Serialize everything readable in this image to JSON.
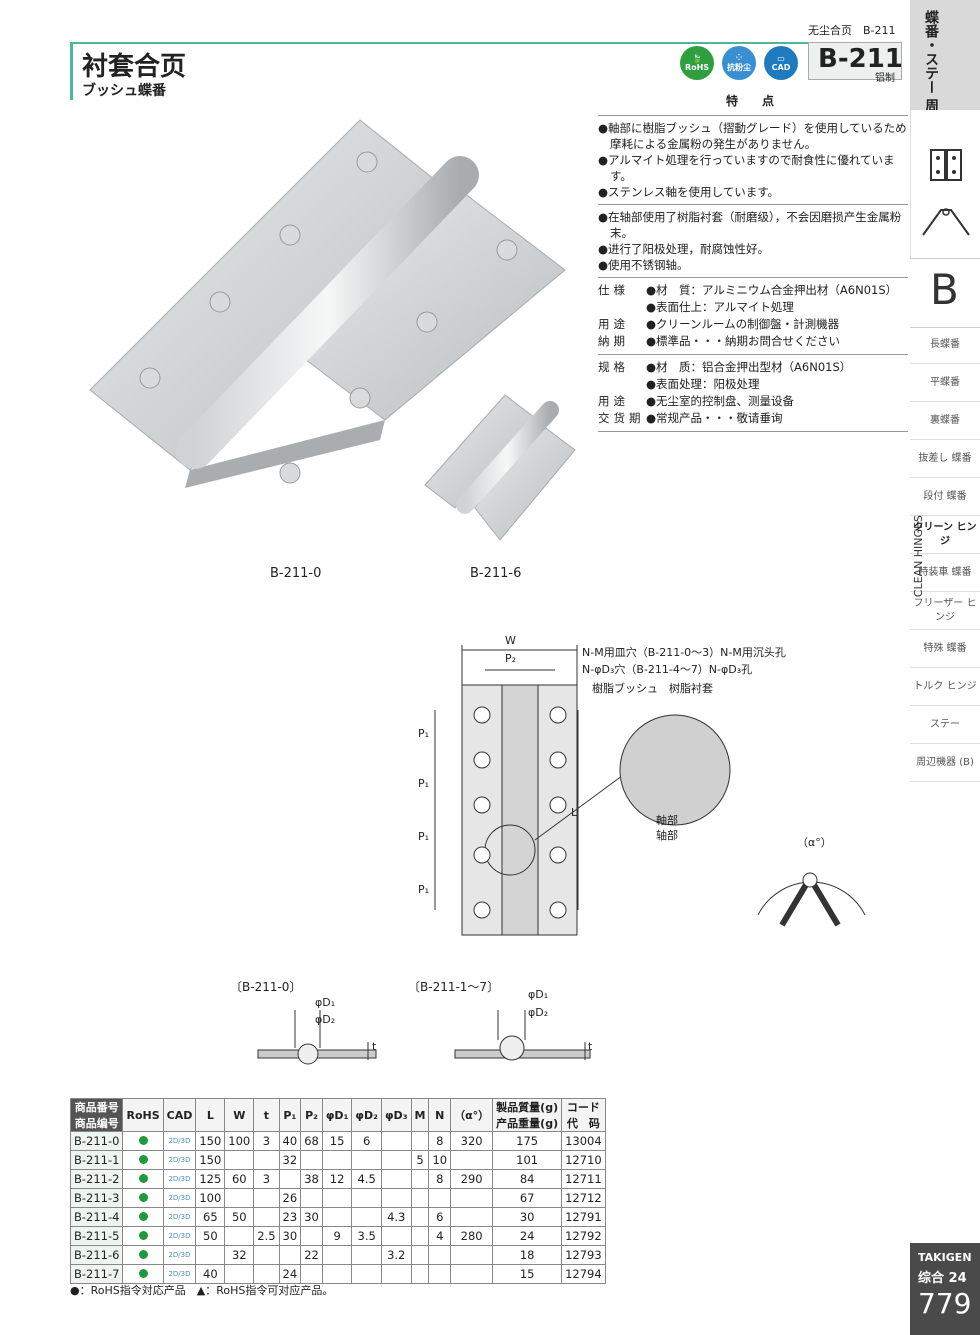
{
  "header": {
    "breadcrumb": "无尘合页　B-211",
    "title": "衬套合页",
    "subtitle": "ブッシュ蝶番",
    "model": "B-211",
    "material": "铝制",
    "icons": [
      {
        "name": "rohs-icon",
        "label": "RoHS"
      },
      {
        "name": "antidust-icon",
        "label": "抗粉尘"
      },
      {
        "name": "cad-icon",
        "label": "CAD"
      }
    ]
  },
  "sidebar": {
    "title": "蝶番・ステー 周辺機器",
    "section": "B",
    "vertical_label": "CLEAN HINGES",
    "items": [
      {
        "label": "長蝶番"
      },
      {
        "label": "平蝶番"
      },
      {
        "label": "裏蝶番"
      },
      {
        "label": "抜差し 蝶番"
      },
      {
        "label": "段付 蝶番"
      },
      {
        "label": "クリーン ヒンジ"
      },
      {
        "label": "特装車 蝶番"
      },
      {
        "label": "フリーザー ヒンジ"
      },
      {
        "label": "特殊 蝶番"
      },
      {
        "label": "トルク ヒンジ"
      },
      {
        "label": "ステー"
      },
      {
        "label": "周辺機器 (B)"
      }
    ],
    "footer": {
      "brand": "TAKIGEN",
      "volume": "综合 24",
      "page": "779"
    }
  },
  "features": {
    "heading": "特　点",
    "jp": [
      "●軸部に樹脂ブッシュ（摺動グレード）を使用しているため摩耗による金属粉の発生がありません。",
      "●アルマイト処理を行っていますので耐食性に優れています。",
      "●ステンレス軸を使用しています。"
    ],
    "cn": [
      "●在轴部使用了树脂衬套（耐磨级），不会因磨损产生金属粉末。",
      "●进行了阳极处理，耐腐蚀性好。",
      "●使用不锈钢轴。"
    ],
    "spec_jp": [
      {
        "label": "仕様",
        "value": "●材　質：アルミニウム合金押出材（A6N01S）"
      },
      {
        "label": "",
        "value": "●表面仕上：アルマイト処理"
      },
      {
        "label": "用途",
        "value": "●クリーンルームの制御盤・計測機器"
      },
      {
        "label": "納期",
        "value": "●標準品・・・納期お問合せください"
      }
    ],
    "spec_cn": [
      {
        "label": "规格",
        "value": "●材　质：铝合金押出型材（A6N01S）"
      },
      {
        "label": "",
        "value": "●表面处理：阳极处理"
      },
      {
        "label": "用途",
        "value": "●无尘室的控制盘、测量设备"
      },
      {
        "label": "交货期",
        "value": "●常规产品・・・敬请垂询"
      }
    ]
  },
  "images": {
    "large_caption": "B-211-0",
    "small_caption": "B-211-6"
  },
  "drawing": {
    "W": "W",
    "P2": "P₂",
    "P1": "P₁",
    "L": "L",
    "note1": "N-M用皿穴（B-211-0～3）N-M用沉头孔",
    "note2": "N-φD₃穴（B-211-4～7）N-φD₃孔",
    "note3": "樹脂ブッシュ　树脂衬套",
    "axis_jp": "軸部",
    "axis_cn": "轴部",
    "alpha": "（α°）",
    "sec0": "〔B-211-0〕",
    "sec1": "〔B-211-1～7〕",
    "d1": "φD₁",
    "d2": "φD₂",
    "t": "t"
  },
  "table": {
    "headers": [
      "商品番号\n商品编号",
      "RoHS",
      "CAD",
      "L",
      "W",
      "t",
      "P₁",
      "P₂",
      "φD₁",
      "φD₂",
      "φD₃",
      "M",
      "N",
      "（α°）",
      "製品質量(g)\n产品重量(g)",
      "コード\n代　码"
    ],
    "rows": [
      [
        "B-211-0",
        "●",
        "2D/3D",
        "150",
        "100",
        "3",
        "40",
        "68",
        "15",
        "6",
        "",
        "",
        "8",
        "320",
        "175",
        "13004"
      ],
      [
        "B-211-1",
        "●",
        "2D/3D",
        "150",
        "",
        "",
        "32",
        "",
        "",
        "",
        "",
        "5",
        "10",
        "",
        "101",
        "12710"
      ],
      [
        "B-211-2",
        "●",
        "2D/3D",
        "125",
        "60",
        "3",
        "",
        "38",
        "12",
        "4.5",
        "",
        "",
        "8",
        "290",
        "84",
        "12711"
      ],
      [
        "B-211-3",
        "●",
        "2D/3D",
        "100",
        "",
        "",
        "26",
        "",
        "",
        "",
        "",
        "",
        "",
        "",
        "67",
        "12712"
      ],
      [
        "B-211-4",
        "●",
        "2D/3D",
        "65",
        "50",
        "",
        "23",
        "30",
        "",
        "",
        "4.3",
        "",
        "6",
        "",
        "30",
        "12791"
      ],
      [
        "B-211-5",
        "●",
        "2D/3D",
        "50",
        "",
        "2.5",
        "30",
        "",
        "9",
        "3.5",
        "",
        "",
        "4",
        "280",
        "24",
        "12792"
      ],
      [
        "B-211-6",
        "●",
        "2D/3D",
        "",
        "32",
        "",
        "",
        "22",
        "",
        "",
        "3.2",
        "",
        "",
        "",
        "18",
        "12793"
      ],
      [
        "B-211-7",
        "●",
        "2D/3D",
        "40",
        "",
        "",
        "24",
        "",
        "",
        "",
        "",
        "",
        "",
        "",
        "15",
        "12794"
      ]
    ],
    "legend": "●：RoHS指令対応产品　▲：RoHS指令可对应产品。"
  }
}
